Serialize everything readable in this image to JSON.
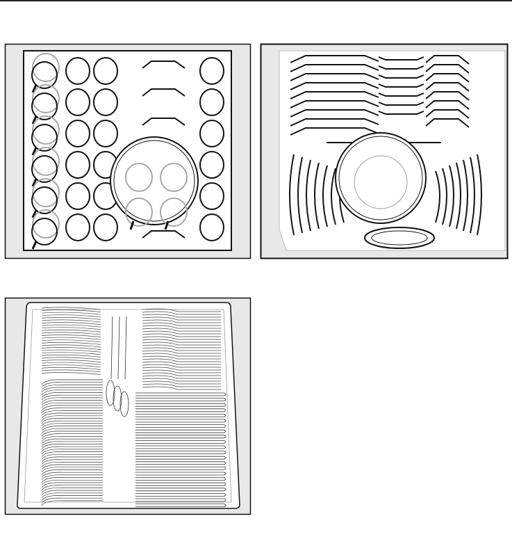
{
  "colors": {
    "frame_background": "#e8e8e8",
    "line": "#111111",
    "ghost_line": "#a8a8a8",
    "rule": "#222222"
  },
  "figures": [
    {
      "icon": "upper-basket-cups-glasses-illustration"
    },
    {
      "icon": "lower-basket-plates-illustration"
    },
    {
      "icon": "cutlery-tray-illustration"
    }
  ]
}
